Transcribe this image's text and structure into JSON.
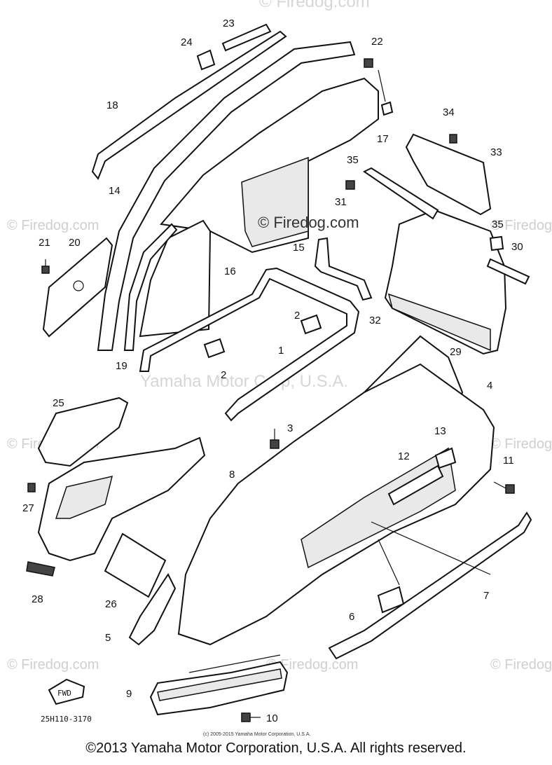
{
  "footer": "©2013 Yamaha Motor Corporation, U.S.A. All rights reserved.",
  "small_copyright": "(c) 2005-2015 Yamaha Motor Corporation, U.S.A.",
  "drawing_code": "25H110-3170",
  "fwd_label": "FWD",
  "watermark": {
    "firedog": "© Firedog.com",
    "yamaha": "Yamaha Motor Corp, U.S.A."
  },
  "callouts": {
    "c1": "1",
    "c2a": "2",
    "c2b": "2",
    "c3": "3",
    "c4": "4",
    "c5": "5",
    "c6": "6",
    "c7": "7",
    "c8": "8",
    "c9": "9",
    "c10": "10",
    "c11": "11",
    "c12": "12",
    "c13": "13",
    "c14": "14",
    "c15": "15",
    "c16": "16",
    "c17": "17",
    "c18": "18",
    "c19": "19",
    "c20": "20",
    "c21": "21",
    "c22": "22",
    "c23": "23",
    "c24": "24",
    "c25": "25",
    "c26": "26",
    "c27": "27",
    "c28": "28",
    "c29": "29",
    "c30": "30",
    "c31": "31",
    "c32": "32",
    "c33": "33",
    "c34": "34",
    "c35a": "35",
    "c35b": "35"
  }
}
